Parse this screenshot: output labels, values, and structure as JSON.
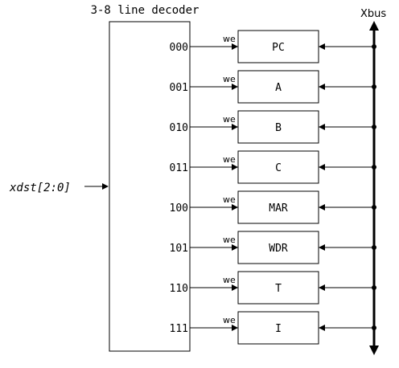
{
  "decoder": {
    "title": "3-8 line decoder"
  },
  "input": {
    "label": "xdst[2:0]"
  },
  "bus": {
    "label": "Xbus"
  },
  "rows": [
    {
      "code": "000",
      "we": "we",
      "register": "PC"
    },
    {
      "code": "001",
      "we": "we",
      "register": "A"
    },
    {
      "code": "010",
      "we": "we",
      "register": "B"
    },
    {
      "code": "011",
      "we": "we",
      "register": "C"
    },
    {
      "code": "100",
      "we": "we",
      "register": "MAR"
    },
    {
      "code": "101",
      "we": "we",
      "register": "WDR"
    },
    {
      "code": "110",
      "we": "we",
      "register": "T"
    },
    {
      "code": "111",
      "we": "we",
      "register": "I"
    }
  ]
}
